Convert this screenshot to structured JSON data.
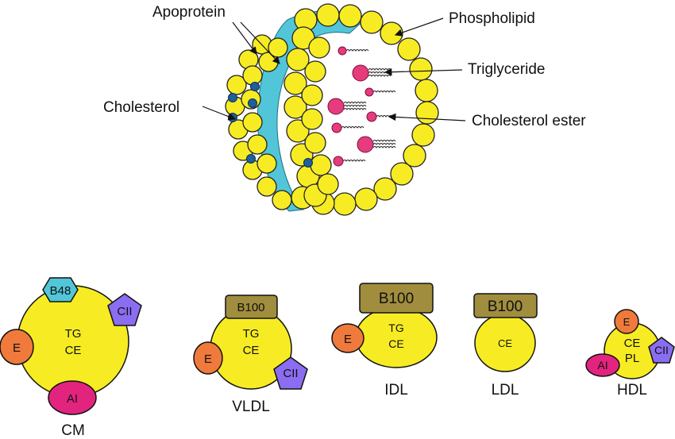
{
  "labels": {
    "apoprotein": "Apoprotein",
    "phospholipid": "Phospholipid",
    "triglyceride": "Triglyceride",
    "cholesterol": "Cholesterol",
    "cholesterol_ester": "Cholesterol ester"
  },
  "particles": {
    "cm": {
      "name": "CM",
      "core": [
        "TG",
        "CE"
      ],
      "apo": [
        "B48",
        "CII",
        "E",
        "AI"
      ]
    },
    "vldl": {
      "name": "VLDL",
      "core": [
        "TG",
        "CE"
      ],
      "apo": [
        "B100",
        "E",
        "CII"
      ]
    },
    "idl": {
      "name": "IDL",
      "core": [
        "TG",
        "CE"
      ],
      "apo": [
        "B100",
        "E"
      ]
    },
    "ldl": {
      "name": "LDL",
      "core": [
        "CE"
      ],
      "apo": [
        "B100"
      ]
    },
    "hdl": {
      "name": "HDL",
      "core": [
        "CE",
        "PL"
      ],
      "apo": [
        "E",
        "AI",
        "CII"
      ]
    }
  },
  "colors": {
    "lipid_yellow": "#f7ec23",
    "apoprotein_cyan": "#52c6d8",
    "apo_e_orange": "#ef7a3c",
    "apo_ai_magenta": "#e3247f",
    "apo_cii_violet": "#8a6df0",
    "apo_b_olive": "#a08d3d",
    "cholesterol_blue": "#1f5f9a",
    "ester_pink": "#e63b7c"
  }
}
